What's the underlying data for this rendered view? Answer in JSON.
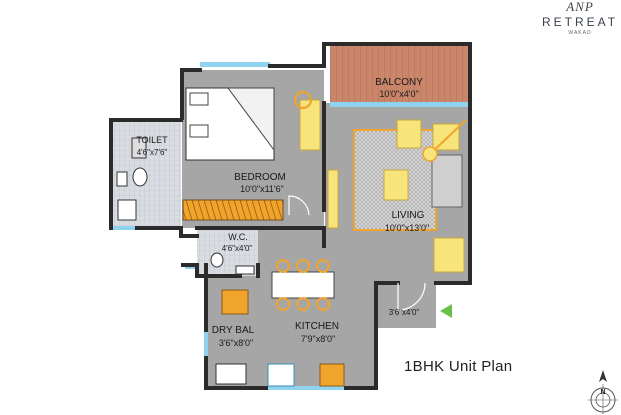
{
  "brand": {
    "logo": "ANP",
    "name": "RETREAT",
    "sub": "WAKAD"
  },
  "title": "1BHK Unit Plan",
  "rooms": {
    "balcony": {
      "name": "BALCONY",
      "size": "10'0\"x4'0\""
    },
    "toilet": {
      "name": "TOILET",
      "size": "4'6\"x7'6\""
    },
    "bedroom": {
      "name": "BEDROOM",
      "size": "10'0\"x11'6\""
    },
    "living": {
      "name": "LIVING",
      "size": "10'0\"x13'0\""
    },
    "wc": {
      "name": "W.C.",
      "size": "4'6\"x4'0\""
    },
    "dry_bal": {
      "name": "DRY BAL",
      "size": "3'6\"x8'0\""
    },
    "kitchen": {
      "name": "KITCHEN",
      "size": "7'9\"x8'0\""
    },
    "foyer": {
      "size": "3'6\"x4'0\""
    }
  },
  "compass": {
    "north": "N"
  },
  "colors": {
    "floor": "#a6a6a6",
    "wall": "#2b2b2b",
    "balcony_floor": "#c8856a",
    "glass": "#8fd3ee",
    "furniture_orange": "#f0a42c",
    "furniture_yellow": "#f7e47a",
    "entry_arrow": "#6cc04a"
  }
}
